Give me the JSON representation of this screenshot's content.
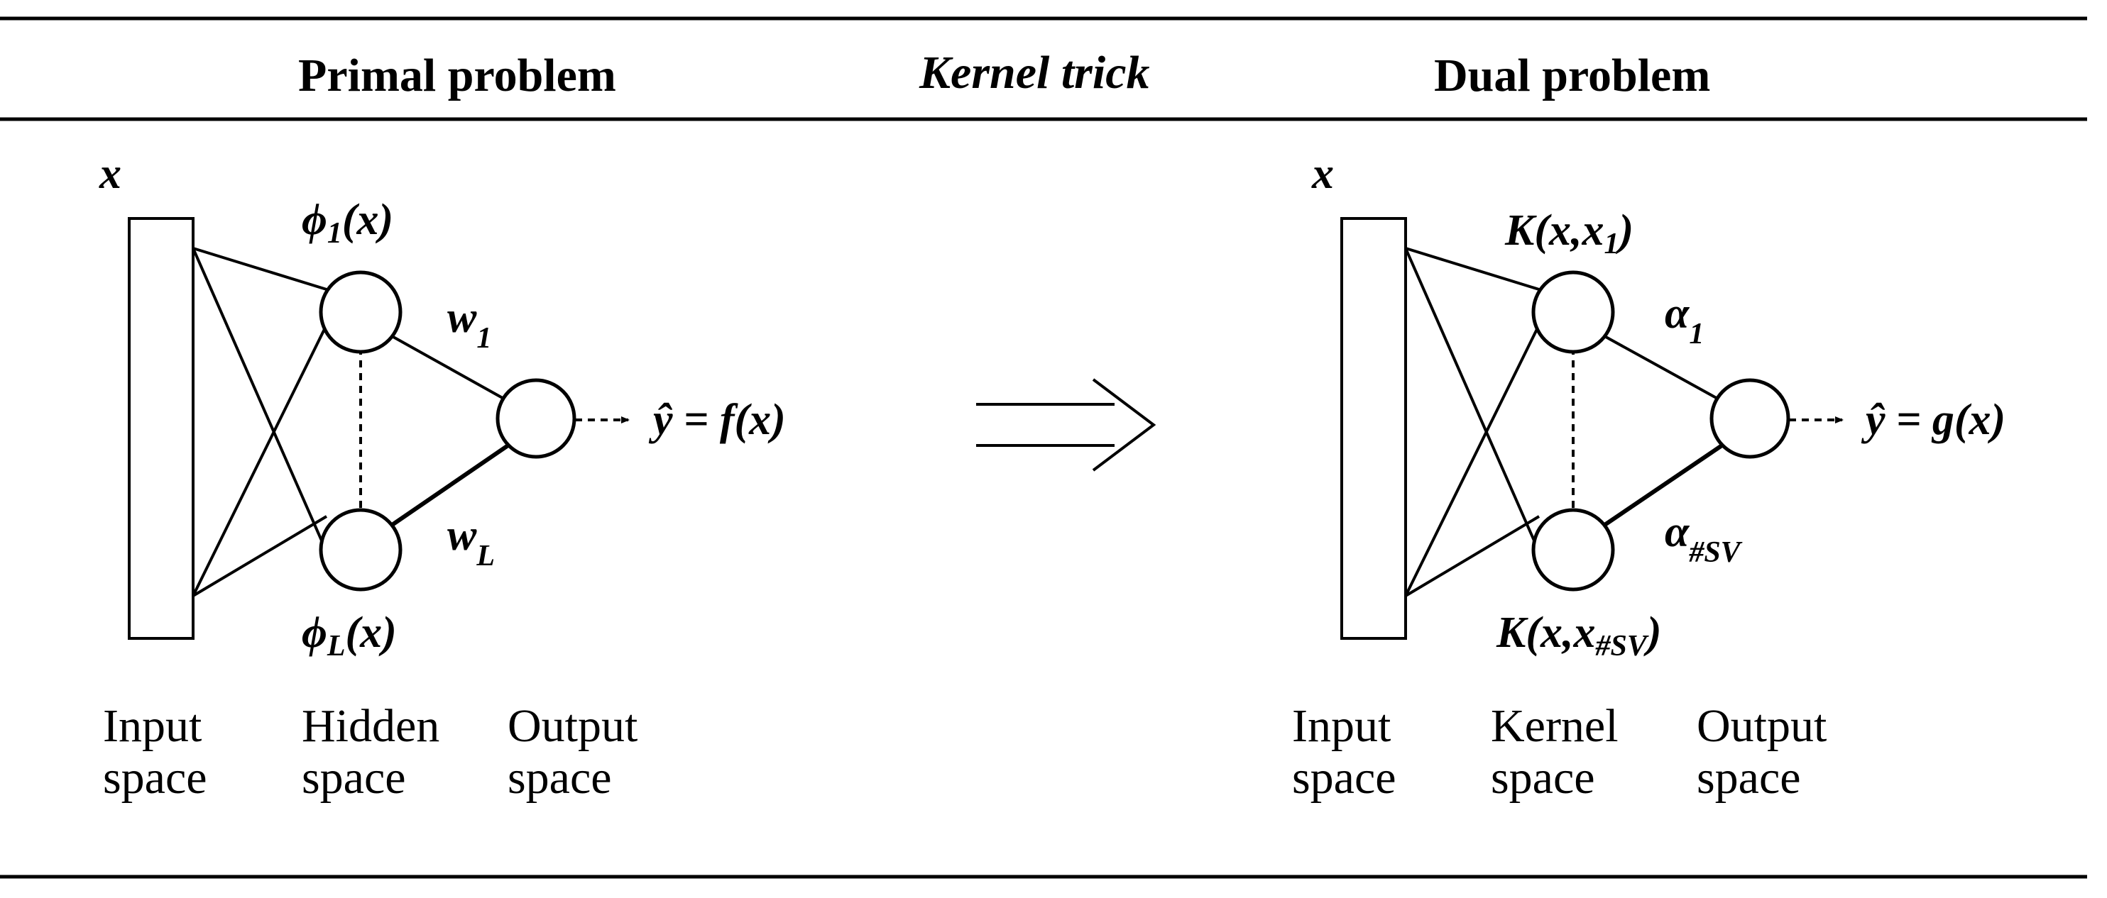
{
  "headers": {
    "primal": "Primal problem",
    "kernel_trick": "Kernel trick",
    "dual": "Dual problem"
  },
  "primal": {
    "input_label": "x",
    "hidden_top": {
      "main": "ϕ",
      "sub": "1",
      "tail": "(x)"
    },
    "hidden_bottom": {
      "main": "ϕ",
      "sub": "L",
      "tail": "(x)"
    },
    "weight_top": {
      "main": "w",
      "sub": "1"
    },
    "weight_bottom": {
      "main": "w",
      "sub": "L"
    },
    "output": {
      "hat": "ŷ",
      "rest": " = f(x)"
    },
    "captions": {
      "input": [
        "Input",
        "space"
      ],
      "hidden": [
        "Hidden",
        "space"
      ],
      "output": [
        "Output",
        "space"
      ]
    }
  },
  "dual": {
    "input_label": "x",
    "kernel_top": {
      "main": "K(x,x",
      "sub": "1",
      "tail": ")"
    },
    "kernel_bottom": {
      "main": "K(x,x",
      "sub": "#SV",
      "tail": ")"
    },
    "alpha_top": {
      "main": "α",
      "sub": "1"
    },
    "alpha_bottom": {
      "main": "α",
      "sub": "#SV"
    },
    "output": {
      "hat": "ŷ",
      "rest": " = g(x)"
    },
    "captions": {
      "input": [
        "Input",
        "space"
      ],
      "kernel": [
        "Kernel",
        "space"
      ],
      "output": [
        "Output",
        "space"
      ]
    }
  }
}
